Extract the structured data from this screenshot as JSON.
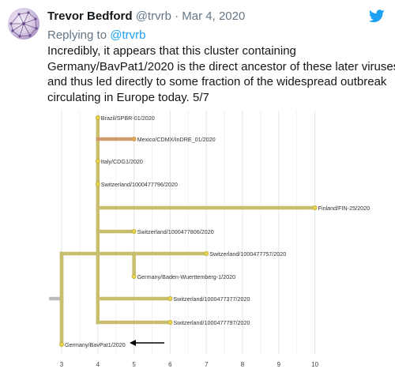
{
  "tweet": {
    "display_name": "Trevor Bedford",
    "handle": "@trvrb",
    "separator": "·",
    "date": "Mar 4, 2020",
    "replying_prefix": "Replying to",
    "replying_handle": "@trvrb",
    "text_lines": [
      "Incredibly, it appears that this cluster containing",
      "Germany/BavPat1/2020 is the direct ancestor of these later viruses",
      "and thus led directly to some fraction of the widespread outbreak",
      "circulating in Europe today. 5/7"
    ]
  },
  "icons": {
    "avatar": "avatar-image",
    "brand": "twitter-bird-icon",
    "annotation": "arrow-left-icon"
  },
  "colors": {
    "brand": "#1da1f2",
    "branch_gold": "#c8be6e",
    "branch_orange": "#d09a6a",
    "branch_gray": "#bdbdbd",
    "tip_fill": "#e8d34b",
    "tip_stroke": "#b9a73a",
    "tip_orange": "#e8a25c"
  },
  "chart_data": {
    "type": "tree",
    "x_ticks": [
      "3",
      "4",
      "5",
      "6",
      "7",
      "8",
      "9",
      "10"
    ],
    "xlim": [
      3,
      10
    ],
    "grid": true,
    "tips": [
      {
        "label": "Brazil/SPBR-01/2020",
        "x": 4.0,
        "color": "gold"
      },
      {
        "label": "Mexico/CDMX/InDRE_01/2020",
        "x": 5.0,
        "color": "orange"
      },
      {
        "label": "Italy/CDG1/2020",
        "x": 4.0,
        "color": "gold"
      },
      {
        "label": "Switzerland/1000477796/2020",
        "x": 4.0,
        "color": "gold"
      },
      {
        "label": "Finland/FIN-25/2020",
        "x": 10.0,
        "color": "gold"
      },
      {
        "label": "Switzerland/1000477806/2020",
        "x": 5.0,
        "color": "gold"
      },
      {
        "label": "Switzerland/1000477757/2020",
        "x": 7.0,
        "color": "gold"
      },
      {
        "label": "Germany/Baden-Wuerttemberg-1/2020",
        "x": 5.0,
        "color": "gold"
      },
      {
        "label": "Switzerland/1000477377/2020",
        "x": 6.0,
        "color": "gold"
      },
      {
        "label": "Switzerland/1000477797/2020",
        "x": 6.0,
        "color": "gold"
      },
      {
        "label": "Germany/BavPat1/2020",
        "x": 3.0,
        "color": "gold"
      }
    ],
    "internal_nodes_x": {
      "root": 2.7,
      "cluster": 3.0,
      "backbone": 4.0,
      "subclade": 5.0
    }
  }
}
